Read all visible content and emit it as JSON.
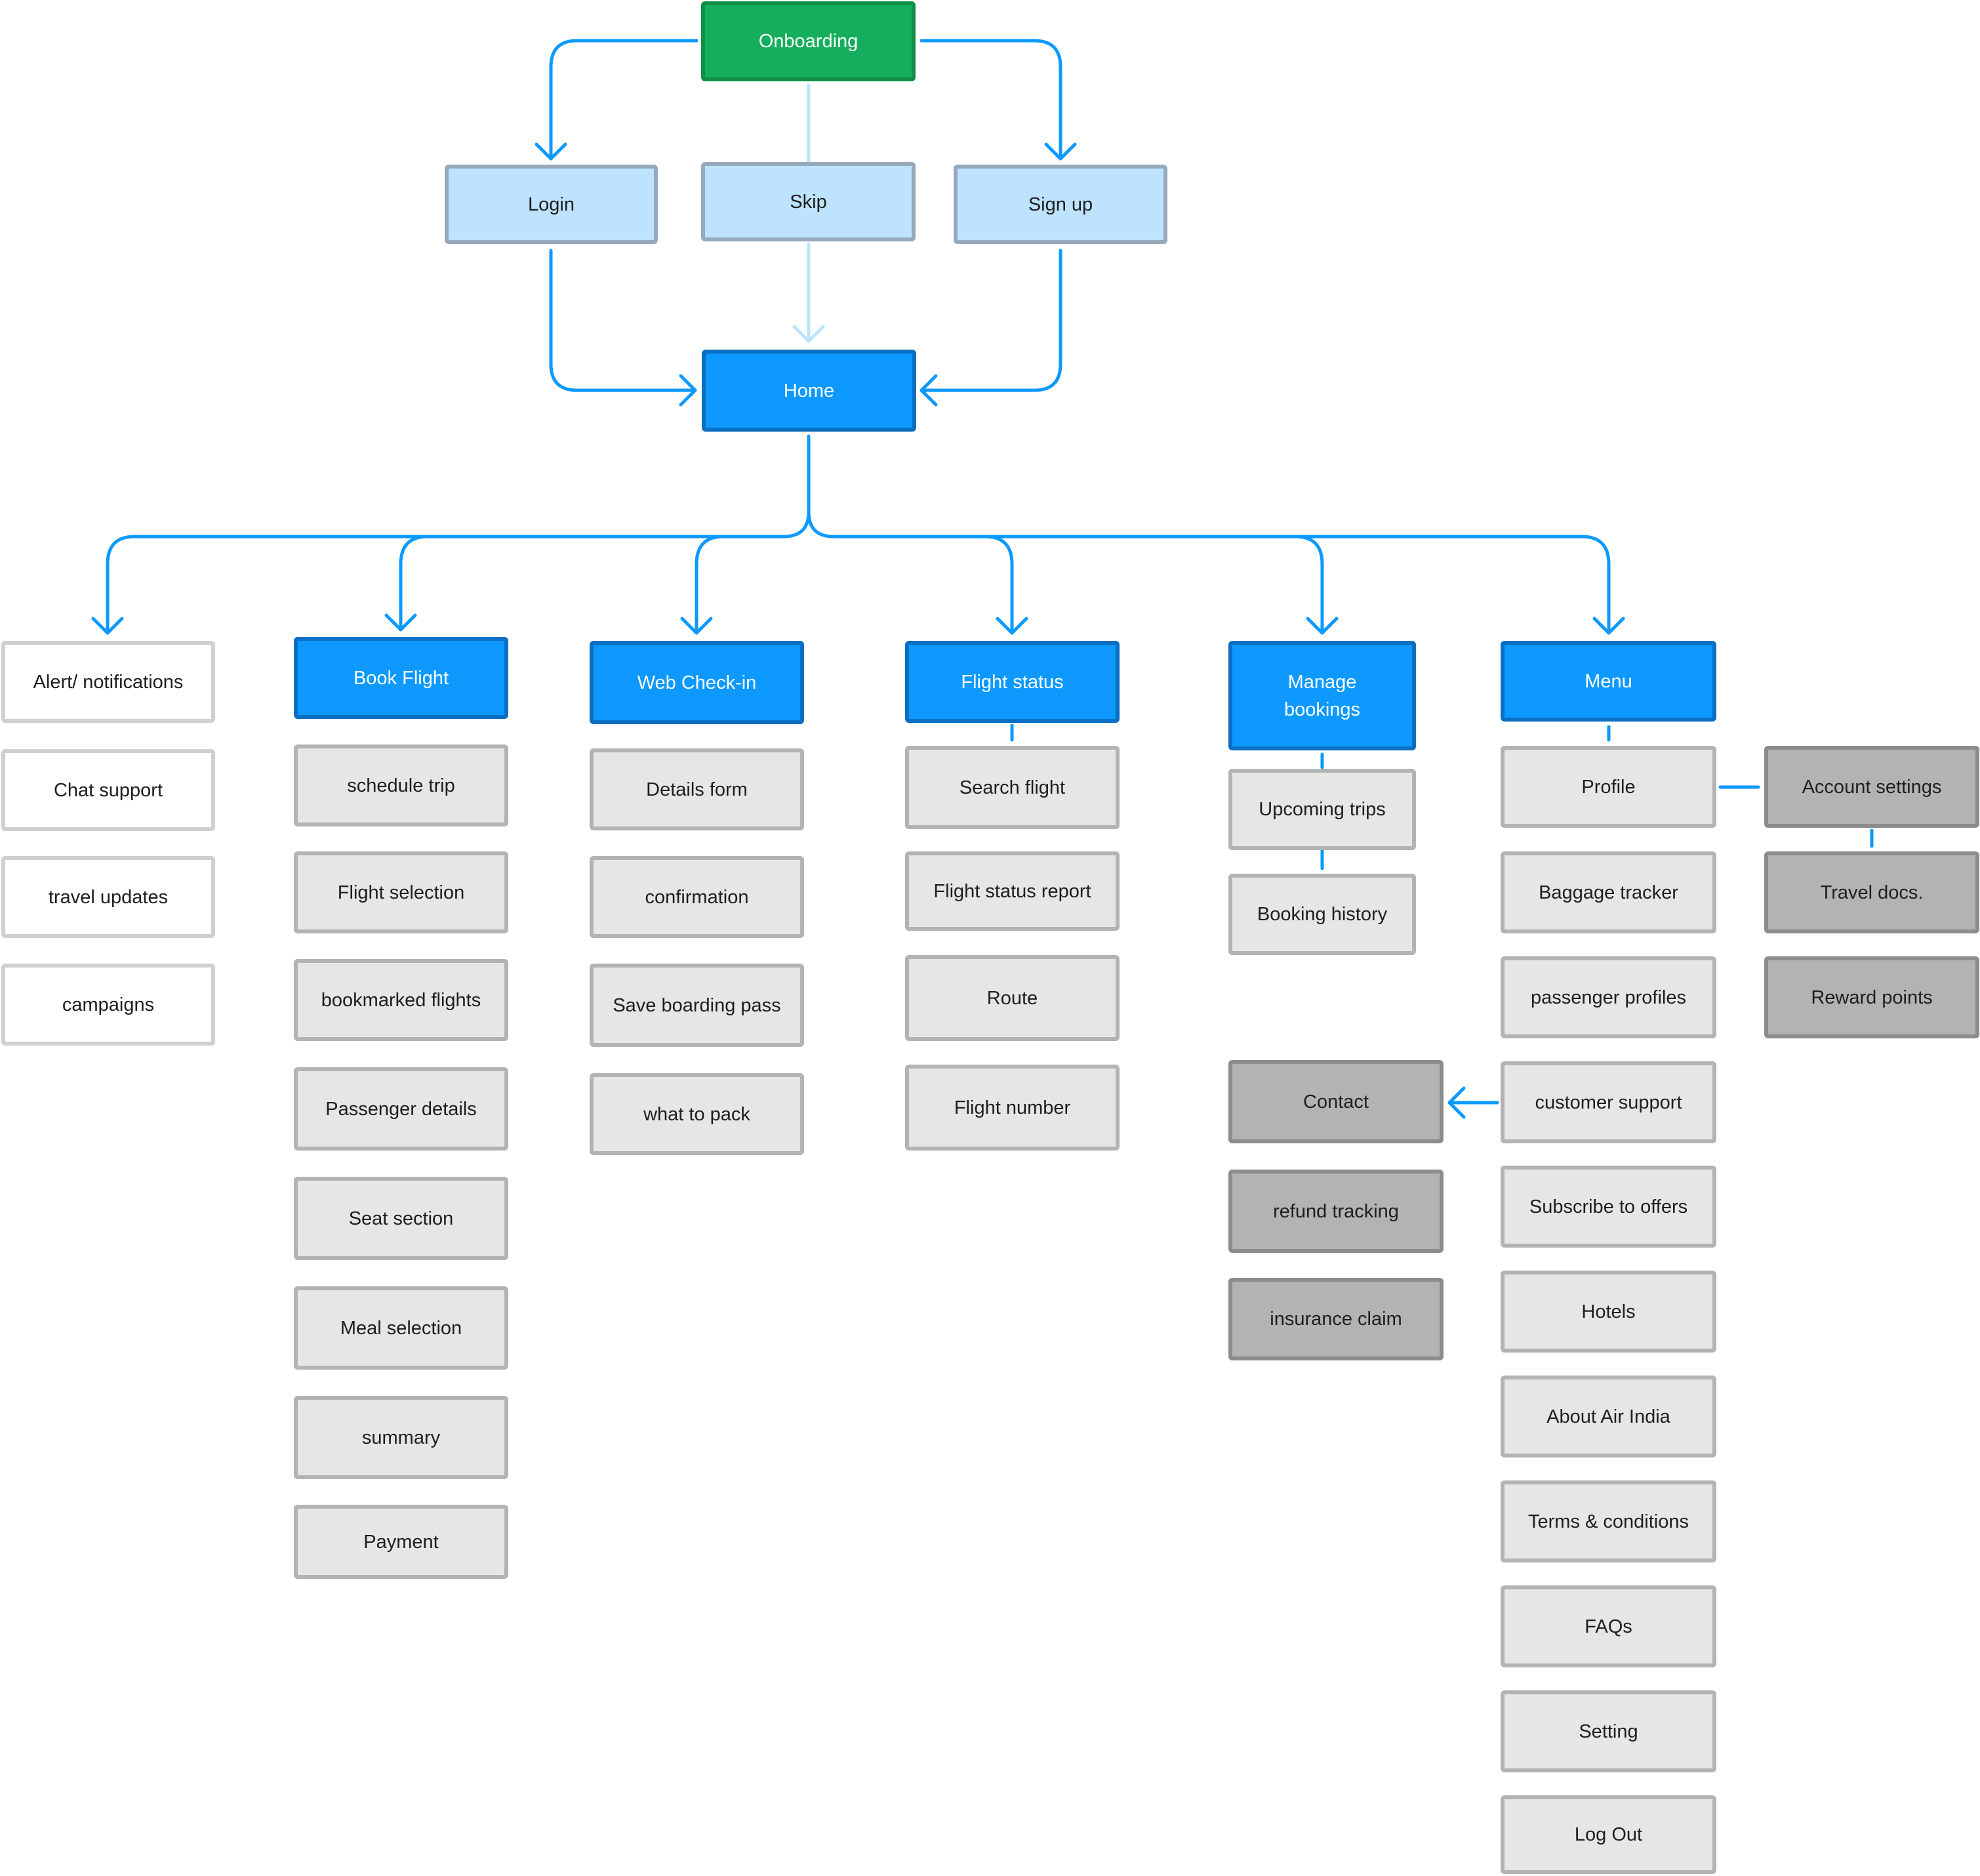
{
  "colors": {
    "connector": "#0d99ff",
    "connector_faded": "#bde3ff",
    "onboarding_fill": "#14ae5c",
    "auth_fill": "#bde3ff",
    "primary_fill": "#0d99ff",
    "secondary_fill": "#e6e6e6",
    "tertiary_fill": "#b3b3b3"
  },
  "nodes": {
    "onboarding": "Onboarding",
    "login": "Login",
    "skip": "Skip",
    "signup": "Sign up",
    "home": "Home",
    "alerts": "Alert/ notifications",
    "chat": "Chat support",
    "travel_updates": "travel updates",
    "campaigns": "campaigns",
    "book_flight": "Book Flight",
    "schedule_trip": "schedule trip",
    "flight_selection": "Flight selection",
    "bookmarked": "bookmarked flights",
    "passenger_details": "Passenger details",
    "seat_section": "Seat section",
    "meal_selection": "Meal selection",
    "summary": "summary",
    "payment": "Payment",
    "web_checkin": "Web Check-in",
    "details_form": "Details form",
    "confirmation": "confirmation",
    "save_boarding": "Save boarding pass",
    "what_to_pack": "what to pack",
    "flight_status": "Flight status",
    "search_flight": "Search flight",
    "status_report": "Flight status report",
    "route": "Route",
    "flight_number": "Flight number",
    "manage_line1": "Manage",
    "manage_line2": "bookings",
    "upcoming": "Upcoming trips",
    "history": "Booking history",
    "contact": "Contact",
    "refund": "refund tracking",
    "insurance": "insurance claim",
    "menu": "Menu",
    "profile": "Profile",
    "baggage": "Baggage tracker",
    "passenger_profiles": "passenger profiles",
    "customer_support": "customer support",
    "subscribe": "Subscribe to offers",
    "hotels": "Hotels",
    "about": "About Air India",
    "terms": "Terms & conditions",
    "faqs": "FAQs",
    "setting": "Setting",
    "logout": "Log Out",
    "account_settings": "Account settings",
    "travel_docs": "Travel docs.",
    "reward_points": "Reward points"
  }
}
